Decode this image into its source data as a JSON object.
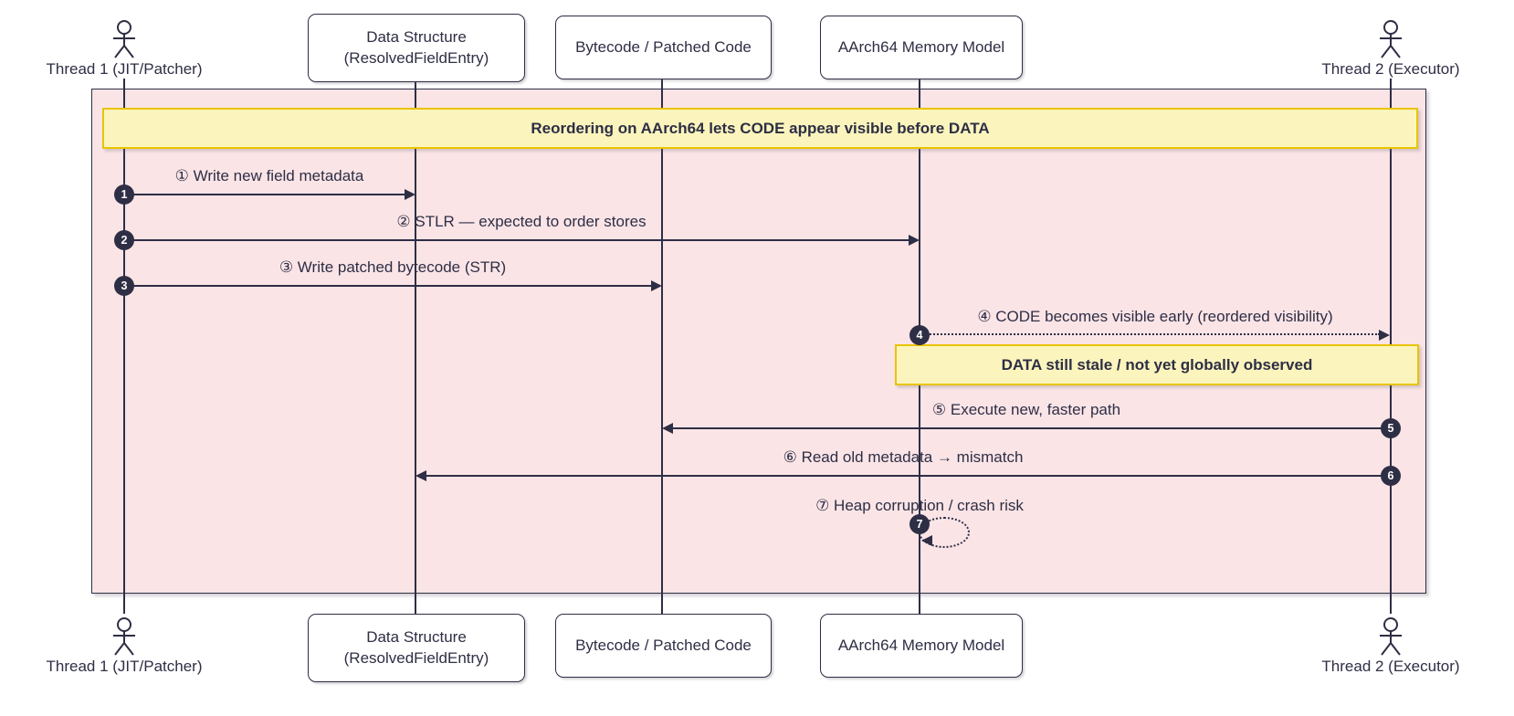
{
  "diagram_type": "sequence-diagram",
  "colors": {
    "ink": "#2e2e45",
    "frame-fill": "#fae4e6",
    "note-fill": "#fbf5bd",
    "note-border": "#e9c400",
    "box-fill": "#ffffff"
  },
  "participants": [
    {
      "id": "thread-1",
      "kind": "actor",
      "label": "Thread 1 (JIT/Patcher)"
    },
    {
      "id": "data-structure",
      "kind": "box",
      "lines": [
        "Data Structure",
        "(ResolvedFieldEntry)"
      ]
    },
    {
      "id": "bytecode",
      "kind": "box",
      "lines": [
        "Bytecode / Patched Code"
      ]
    },
    {
      "id": "aarch64-memory-model",
      "kind": "box",
      "lines": [
        "AArch64 Memory Model"
      ]
    },
    {
      "id": "thread-2",
      "kind": "actor",
      "label": "Thread 2 (Executor)"
    }
  ],
  "notes": [
    {
      "text": "Reordering on AArch64 lets CODE appear visible before DATA"
    },
    {
      "text": "DATA still stale / not yet globally observed"
    }
  ],
  "messages": [
    {
      "num": "1",
      "label": "① Write new field metadata",
      "from": "thread-1",
      "to": "data-structure",
      "style": "solid"
    },
    {
      "num": "2",
      "label": "② STLR — expected to order stores",
      "from": "thread-1",
      "to": "aarch64-memory-model",
      "style": "solid"
    },
    {
      "num": "3",
      "label": "③ Write patched bytecode (STR)",
      "from": "thread-1",
      "to": "bytecode",
      "style": "solid"
    },
    {
      "num": "4",
      "label": "④ CODE becomes visible early (reordered visibility)",
      "from": "aarch64-memory-model",
      "to": "thread-2",
      "style": "dotted"
    },
    {
      "num": "5",
      "label": "⑤ Execute new, faster path",
      "from": "thread-2",
      "to": "bytecode",
      "style": "solid"
    },
    {
      "num": "6",
      "label": "⑥ Read old metadata → mismatch",
      "from": "thread-2",
      "to": "data-structure",
      "style": "solid"
    },
    {
      "num": "7",
      "label": "⑦ Heap corruption / crash risk",
      "from": "aarch64-memory-model",
      "to": "aarch64-memory-model",
      "style": "dotted-self"
    }
  ]
}
